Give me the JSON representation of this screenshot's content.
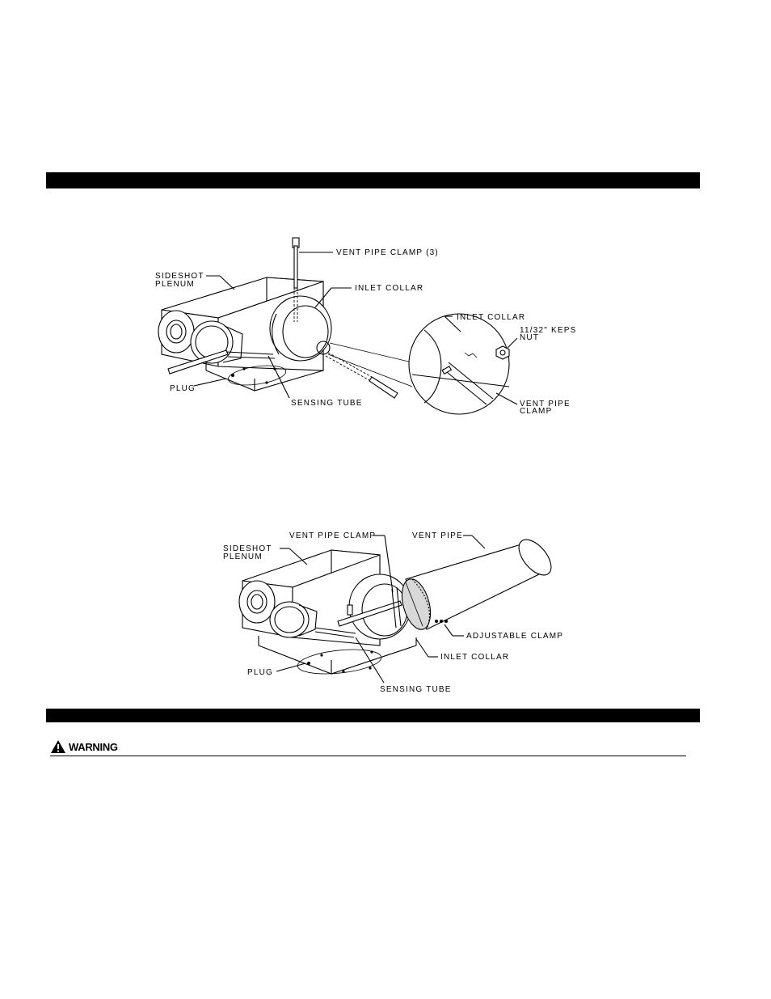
{
  "figure1": {
    "labels": {
      "vent_pipe_clamp_3": "VENT PIPE CLAMP (3)",
      "sideshot_line1": "SIDESHOT",
      "sideshot_line2": "PLENUM",
      "inlet_collar": "INLET COLLAR",
      "plug": "PLUG",
      "sensing_tube": "SENSING TUBE",
      "detail_inlet_collar": "INLET COLLAR",
      "keps_line1": "11/32\" KEPS",
      "keps_line2": "NUT",
      "detail_clamp_line1": "VENT PIPE",
      "detail_clamp_line2": "CLAMP"
    }
  },
  "figure2": {
    "labels": {
      "vent_pipe_clamp": "VENT PIPE CLAMP",
      "vent_pipe": "VENT PIPE",
      "sideshot_line1": "SIDESHOT",
      "sideshot_line2": "PLENUM",
      "adjustable_clamp": "ADJUSTABLE CLAMP",
      "inlet_collar": "INLET COLLAR",
      "plug": "PLUG",
      "sensing_tube": "SENSING TUBE"
    }
  },
  "warning": {
    "label": "WARNING",
    "icon": "warning-triangle-icon"
  }
}
